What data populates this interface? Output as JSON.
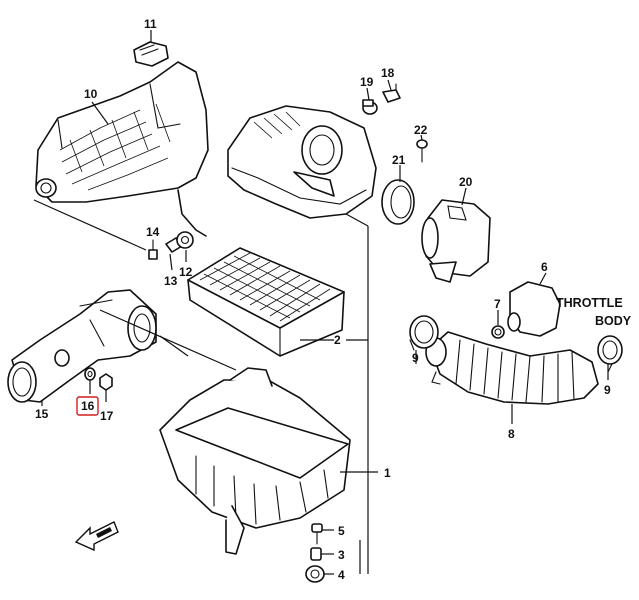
{
  "callouts": {
    "n1": "1",
    "n2": "2",
    "n3": "3",
    "n4": "4",
    "n5": "5",
    "n6": "6",
    "n7": "7",
    "n8": "8",
    "n9a": "9",
    "n9b": "9",
    "n10": "10",
    "n11": "11",
    "n12": "12",
    "n13": "13",
    "n14": "14",
    "n15": "15",
    "n16": "16",
    "n17": "17",
    "n18": "18",
    "n19": "19",
    "n20": "20",
    "n21": "21",
    "n22": "22"
  },
  "labels": {
    "throttle": "THROTTLE",
    "body": "BODY"
  },
  "highlight": {
    "part": "16",
    "color": "#d21f1f"
  }
}
